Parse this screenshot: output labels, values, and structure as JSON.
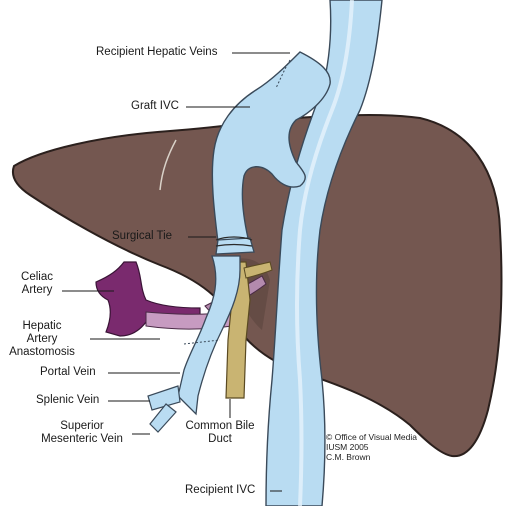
{
  "labels": {
    "recipient_hepatic_veins": "Recipient Hepatic Veins",
    "graft_ivc": "Graft IVC",
    "surgical_tie": "Surgical Tie",
    "celiac_artery_1": "Celiac",
    "celiac_artery_2": "Artery",
    "hepatic_artery_1": "Hepatic",
    "hepatic_artery_2": "Artery",
    "hepatic_artery_3": "Anastomosis",
    "portal_vein": "Portal Vein",
    "splenic_vein": "Splenic Vein",
    "smv_1": "Superior",
    "smv_2": "Mesenteric  Vein",
    "cbd_1": "Common Bile",
    "cbd_2": "Duct",
    "recipient_ivc": "Recipient IVC"
  },
  "credit": {
    "line1": "© Office of Visual Media",
    "line2": "IUSM 2005",
    "line3": "C.M. Brown"
  },
  "colors": {
    "liver": "#745750",
    "liver_outline": "#2b201d",
    "vessel_blue": "#b9dcf2",
    "vessel_outline": "#3a4a5a",
    "artery_purple": "#7a2a6e",
    "bile_duct": "#c9b472"
  }
}
